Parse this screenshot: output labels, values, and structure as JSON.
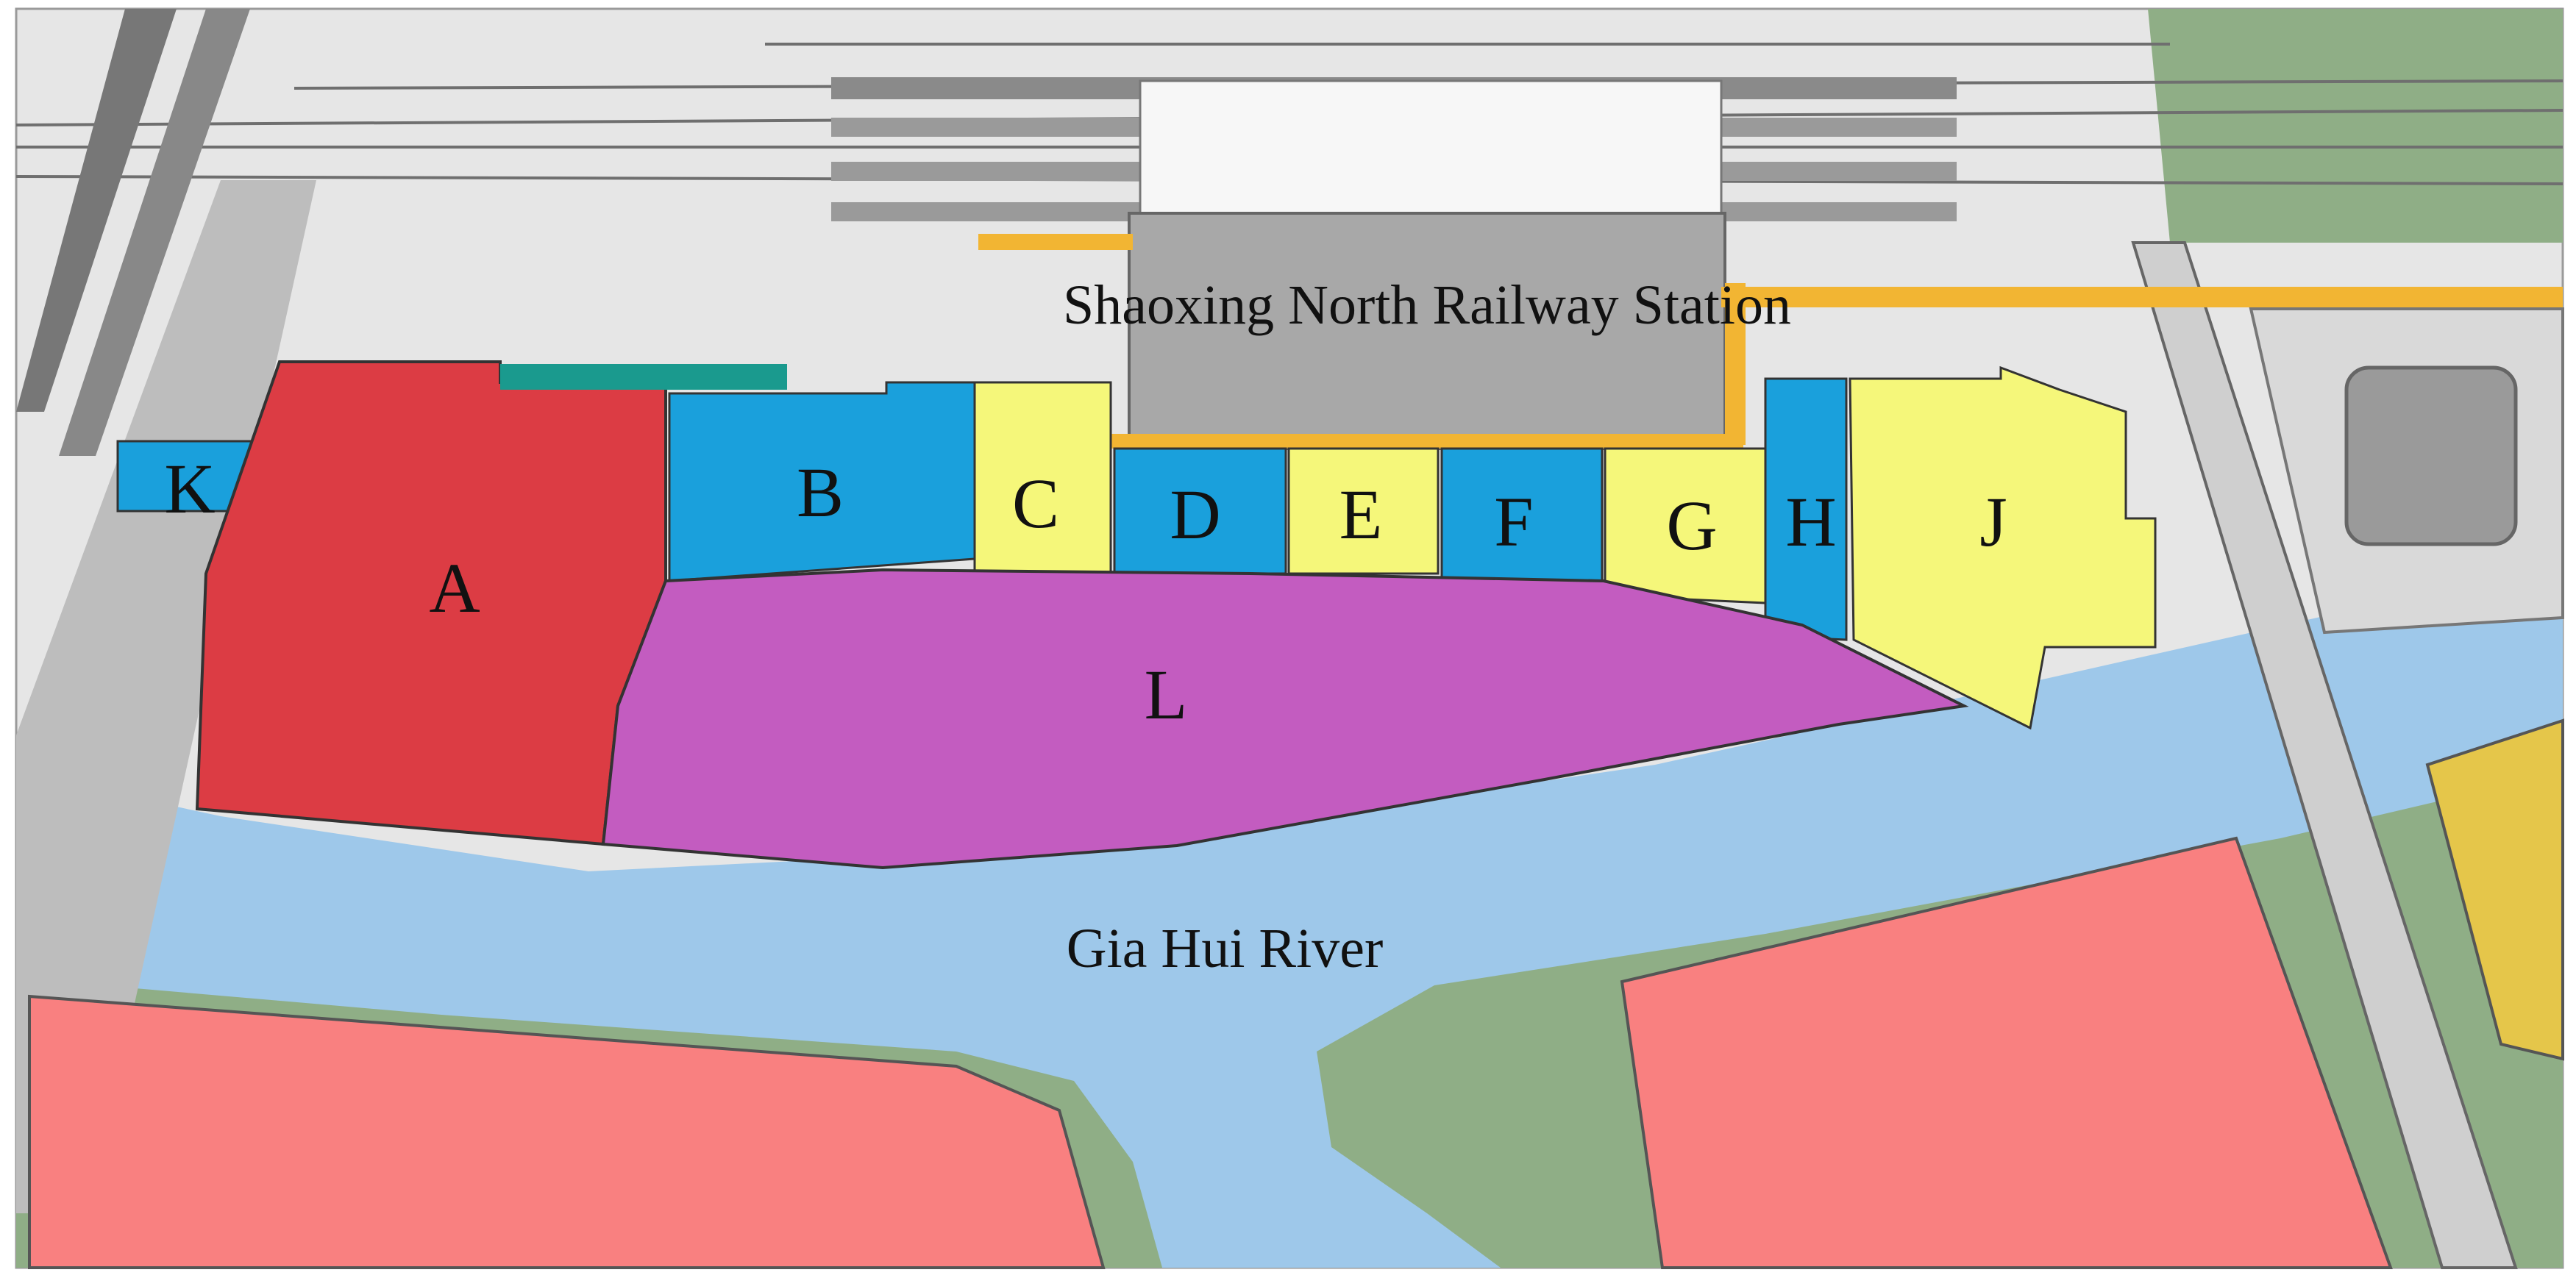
{
  "map": {
    "station_label": "Shaoxing North Railway Station",
    "river_label": "Gia Hui River",
    "zones": [
      {
        "id": "A",
        "label": "A",
        "color": "#dc3c44"
      },
      {
        "id": "B",
        "label": "B",
        "color": "#1aa0dc"
      },
      {
        "id": "C",
        "label": "C",
        "color": "#f5f77a"
      },
      {
        "id": "D",
        "label": "D",
        "color": "#1aa0dc"
      },
      {
        "id": "E",
        "label": "E",
        "color": "#f5f77a"
      },
      {
        "id": "F",
        "label": "F",
        "color": "#1aa0dc"
      },
      {
        "id": "G",
        "label": "G",
        "color": "#f5f77a"
      },
      {
        "id": "H",
        "label": "H",
        "color": "#1aa0dc"
      },
      {
        "id": "J",
        "label": "J",
        "color": "#f5f77a"
      },
      {
        "id": "K",
        "label": "K",
        "color": "#1aa0dc"
      },
      {
        "id": "L",
        "label": "L",
        "color": "#c35cc0"
      }
    ],
    "colors": {
      "river": "#9ec8ea",
      "green_space": "#8fae86",
      "development_block": "#f98080",
      "ground": "#e5e5e5",
      "station_roof": "#a8a8a8",
      "walkway": "#f2b533"
    }
  }
}
